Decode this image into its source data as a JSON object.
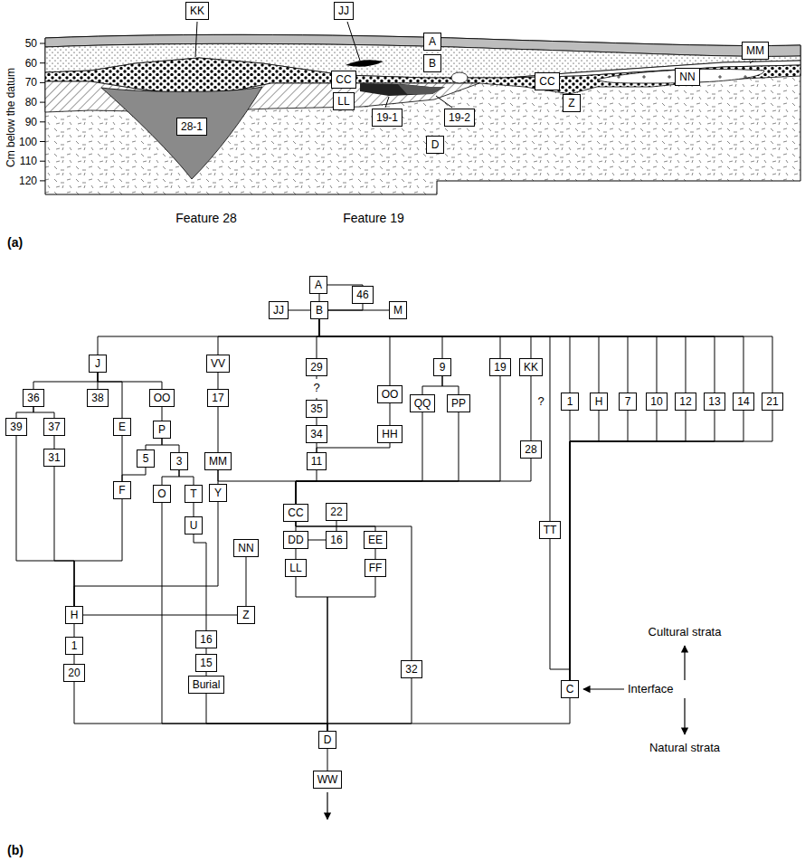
{
  "diagram": {
    "nodes": [
      {
        "text": [
          "KK"
        ]
      },
      {
        "text": [
          "JJ"
        ]
      },
      {
        "text": [
          "A"
        ]
      },
      {
        "text": [
          "B"
        ]
      },
      {
        "text": [
          "MM"
        ]
      },
      {
        "text": [
          "CC"
        ]
      },
      {
        "text": [
          "LL"
        ]
      },
      {
        "text": [
          "28-1"
        ]
      },
      {
        "text": [
          "19-1"
        ]
      },
      {
        "text": [
          "19-2"
        ]
      },
      {
        "text": [
          "D"
        ]
      },
      {
        "text": [
          "CC"
        ]
      },
      {
        "text": [
          "Z"
        ]
      },
      {
        "text": [
          "NN"
        ]
      },
      {
        "text": [
          "A"
        ]
      },
      {
        "text": [
          "46"
        ]
      },
      {
        "text": [
          "JJ"
        ]
      },
      {
        "text": [
          "B"
        ]
      },
      {
        "text": [
          "M"
        ]
      },
      {
        "text": [
          "J"
        ]
      },
      {
        "text": [
          "VV"
        ]
      },
      {
        "text": [
          "29"
        ]
      },
      {
        "text": [
          "9"
        ]
      },
      {
        "text": [
          "19"
        ]
      },
      {
        "text": [
          "KK"
        ]
      },
      {
        "text": [
          "36"
        ]
      },
      {
        "text": [
          "38"
        ]
      },
      {
        "text": [
          "OO"
        ]
      },
      {
        "text": [
          "17"
        ]
      },
      {
        "text": [
          "OO"
        ]
      },
      {
        "text": [
          "QQ"
        ]
      },
      {
        "text": [
          "PP"
        ]
      },
      {
        "text": [
          "1"
        ]
      },
      {
        "text": [
          "H"
        ]
      },
      {
        "text": [
          "7"
        ]
      },
      {
        "text": [
          "10"
        ]
      },
      {
        "text": [
          "12"
        ]
      },
      {
        "text": [
          "13"
        ]
      },
      {
        "text": [
          "14"
        ]
      },
      {
        "text": [
          "21"
        ]
      },
      {
        "text": [
          "35"
        ]
      },
      {
        "text": [
          "39"
        ]
      },
      {
        "text": [
          "37"
        ]
      },
      {
        "text": [
          "E"
        ]
      },
      {
        "text": [
          "P"
        ]
      },
      {
        "text": [
          "34"
        ]
      },
      {
        "text": [
          "HH"
        ]
      },
      {
        "text": [
          "31"
        ]
      },
      {
        "text": [
          "5"
        ]
      },
      {
        "text": [
          "3"
        ]
      },
      {
        "text": [
          "MM"
        ]
      },
      {
        "text": [
          "11"
        ]
      },
      {
        "text": [
          "28"
        ]
      },
      {
        "text": [
          "F"
        ]
      },
      {
        "text": [
          "O"
        ]
      },
      {
        "text": [
          "T"
        ]
      },
      {
        "text": [
          "Y"
        ]
      },
      {
        "text": [
          "CC"
        ]
      },
      {
        "text": [
          "22"
        ]
      },
      {
        "text": [
          "U"
        ]
      },
      {
        "text": [
          "TT"
        ]
      },
      {
        "text": [
          "DD"
        ]
      },
      {
        "text": [
          "16"
        ]
      },
      {
        "text": [
          "EE"
        ]
      },
      {
        "text": [
          "NN"
        ]
      },
      {
        "text": [
          "LL"
        ]
      },
      {
        "text": [
          "FF"
        ]
      },
      {
        "text": [
          "H"
        ]
      },
      {
        "text": [
          "Z"
        ]
      },
      {
        "text": [
          "16"
        ]
      },
      {
        "text": [
          "1"
        ]
      },
      {
        "text": [
          "15"
        ]
      },
      {
        "text": [
          "20"
        ]
      },
      {
        "text": [
          "32"
        ]
      },
      {
        "text": [
          "Burial"
        ]
      },
      {
        "text": [
          "C"
        ]
      },
      {
        "text": [
          "D"
        ]
      },
      {
        "text": [
          "WW"
        ]
      }
    ],
    "edges": [
      {
        "from": 14,
        "to": 17,
        "arrow": "none"
      },
      {
        "from": 14,
        "to": 15,
        "arrow": "none"
      },
      {
        "from": 15,
        "to": 17,
        "arrow": "none"
      },
      {
        "from": 16,
        "to": 17,
        "arrow": "none"
      },
      {
        "from": 17,
        "to": 18,
        "arrow": "none"
      },
      {
        "from": 17,
        "to": 19,
        "arrow": "none"
      },
      {
        "from": 17,
        "to": 20,
        "arrow": "none"
      },
      {
        "from": 17,
        "to": 21,
        "arrow": "none"
      },
      {
        "from": 17,
        "to": 29,
        "arrow": "none"
      },
      {
        "from": 17,
        "to": 22,
        "arrow": "none"
      },
      {
        "from": 17,
        "to": 23,
        "arrow": "none"
      },
      {
        "from": 17,
        "to": 24,
        "arrow": "none"
      },
      {
        "from": 17,
        "to": 60,
        "arrow": "none"
      },
      {
        "from": 17,
        "to": 32,
        "arrow": "none"
      },
      {
        "from": 17,
        "to": 33,
        "arrow": "none"
      },
      {
        "from": 17,
        "to": 34,
        "arrow": "none"
      },
      {
        "from": 17,
        "to": 35,
        "arrow": "none"
      },
      {
        "from": 17,
        "to": 36,
        "arrow": "none"
      },
      {
        "from": 17,
        "to": 37,
        "arrow": "none"
      },
      {
        "from": 17,
        "to": 38,
        "arrow": "none"
      },
      {
        "from": 17,
        "to": 39,
        "arrow": "none"
      },
      {
        "from": 19,
        "to": 25,
        "arrow": "none"
      },
      {
        "from": 19,
        "to": 26,
        "arrow": "none"
      },
      {
        "from": 19,
        "to": 27,
        "arrow": "none"
      },
      {
        "from": 19,
        "to": 43,
        "arrow": "none"
      },
      {
        "from": 25,
        "to": 41,
        "arrow": "none"
      },
      {
        "from": 25,
        "to": 42,
        "arrow": "none"
      },
      {
        "from": 42,
        "to": 47,
        "arrow": "none"
      },
      {
        "from": 27,
        "to": 44,
        "arrow": "none"
      },
      {
        "from": 44,
        "to": 48,
        "arrow": "none"
      },
      {
        "from": 44,
        "to": 49,
        "arrow": "none"
      },
      {
        "from": 48,
        "to": 53,
        "arrow": "none"
      },
      {
        "from": 43,
        "to": 53,
        "arrow": "none"
      },
      {
        "from": 49,
        "to": 54,
        "arrow": "none"
      },
      {
        "from": 49,
        "to": 55,
        "arrow": "none"
      },
      {
        "from": 55,
        "to": 59,
        "arrow": "none"
      },
      {
        "from": 20,
        "to": 28,
        "arrow": "none"
      },
      {
        "from": 28,
        "to": 50,
        "arrow": "none"
      },
      {
        "from": 50,
        "to": 56,
        "arrow": "none"
      },
      {
        "from": 21,
        "to": 40,
        "arrow": "none"
      },
      {
        "from": 40,
        "to": 45,
        "arrow": "none"
      },
      {
        "from": 45,
        "to": 51,
        "arrow": "none"
      },
      {
        "from": 29,
        "to": 46,
        "arrow": "none"
      },
      {
        "from": 46,
        "to": 51,
        "arrow": "none"
      },
      {
        "from": 22,
        "to": 30,
        "arrow": "none"
      },
      {
        "from": 22,
        "to": 31,
        "arrow": "none"
      },
      {
        "from": 24,
        "to": 52,
        "arrow": "none"
      },
      {
        "from": 51,
        "to": 57,
        "arrow": "none"
      },
      {
        "from": 30,
        "to": 57,
        "arrow": "none"
      },
      {
        "from": 31,
        "to": 57,
        "arrow": "none"
      },
      {
        "from": 23,
        "to": 57,
        "arrow": "none"
      },
      {
        "from": 52,
        "to": 57,
        "arrow": "none"
      },
      {
        "from": 50,
        "to": 57,
        "arrow": "none"
      },
      {
        "from": 57,
        "to": 61,
        "arrow": "none"
      },
      {
        "from": 57,
        "to": 63,
        "arrow": "none"
      },
      {
        "from": 57,
        "to": 73,
        "arrow": "none"
      },
      {
        "from": 58,
        "to": 62,
        "arrow": "none"
      },
      {
        "from": 61,
        "to": 62,
        "arrow": "none"
      },
      {
        "from": 61,
        "to": 65,
        "arrow": "none"
      },
      {
        "from": 63,
        "to": 66,
        "arrow": "none"
      },
      {
        "from": 65,
        "to": 76,
        "arrow": "none"
      },
      {
        "from": 66,
        "to": 76,
        "arrow": "none"
      },
      {
        "from": 64,
        "to": 68,
        "arrow": "none"
      },
      {
        "from": 41,
        "to": 67,
        "arrow": "none"
      },
      {
        "from": 47,
        "to": 67,
        "arrow": "none"
      },
      {
        "from": 53,
        "to": 67,
        "arrow": "none"
      },
      {
        "from": 56,
        "to": 67,
        "arrow": "none"
      },
      {
        "from": 67,
        "to": 68,
        "arrow": "none"
      },
      {
        "from": 67,
        "to": 70,
        "arrow": "none"
      },
      {
        "from": 70,
        "to": 72,
        "arrow": "none"
      },
      {
        "from": 72,
        "to": 76,
        "arrow": "none"
      },
      {
        "from": 54,
        "to": 76,
        "arrow": "none"
      },
      {
        "from": 74,
        "to": 76,
        "arrow": "none"
      },
      {
        "from": 73,
        "to": 76,
        "arrow": "none"
      },
      {
        "from": 75,
        "to": 76,
        "arrow": "none"
      },
      {
        "from": 59,
        "to": 69,
        "arrow": "none"
      },
      {
        "from": 69,
        "to": 71,
        "arrow": "none"
      },
      {
        "from": 71,
        "to": 74,
        "arrow": "none"
      },
      {
        "from": 32,
        "to": 75,
        "arrow": "none"
      },
      {
        "from": 33,
        "to": 75,
        "arrow": "none"
      },
      {
        "from": 34,
        "to": 75,
        "arrow": "none"
      },
      {
        "from": 35,
        "to": 75,
        "arrow": "none"
      },
      {
        "from": 36,
        "to": 75,
        "arrow": "none"
      },
      {
        "from": 37,
        "to": 75,
        "arrow": "none"
      },
      {
        "from": 38,
        "to": 75,
        "arrow": "none"
      },
      {
        "from": 39,
        "to": 75,
        "arrow": "none"
      },
      {
        "from": 60,
        "to": 75,
        "arrow": "none"
      },
      {
        "from": 76,
        "to": 77,
        "arrow": "none"
      }
    ],
    "labels": [
      "Cm below the datum",
      "50",
      "60",
      "70",
      "80",
      "90",
      "100",
      "110",
      "120",
      "Feature 28",
      "Feature 19",
      "(a)",
      "?",
      "?",
      "Cultural strata",
      "Interface",
      "Natural strata",
      "(b)"
    ]
  }
}
